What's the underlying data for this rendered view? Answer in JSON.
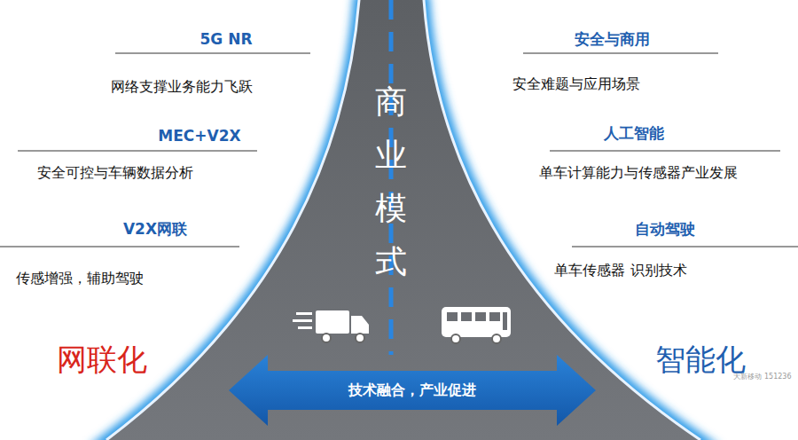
{
  "diagram": {
    "nodes": [
      {
        "text": [
          "商业模式"
        ]
      },
      {
        "text": [
          "技术融合，产业促进"
        ]
      }
    ],
    "labels": [
      "5G NR",
      "网络支撑业务能力飞跃",
      "MEC+V2X",
      "安全可控与车辆数据分析",
      "V2X网联",
      "传感增强，辅助驾驶",
      "网联化",
      "安全与商用",
      "安全难题与应用场景",
      "人工智能",
      "单车计算能力与传感器产业发展",
      "自动驾驶",
      "单车传感器 识别技术",
      "智能化",
      "大新移动 151236"
    ]
  }
}
